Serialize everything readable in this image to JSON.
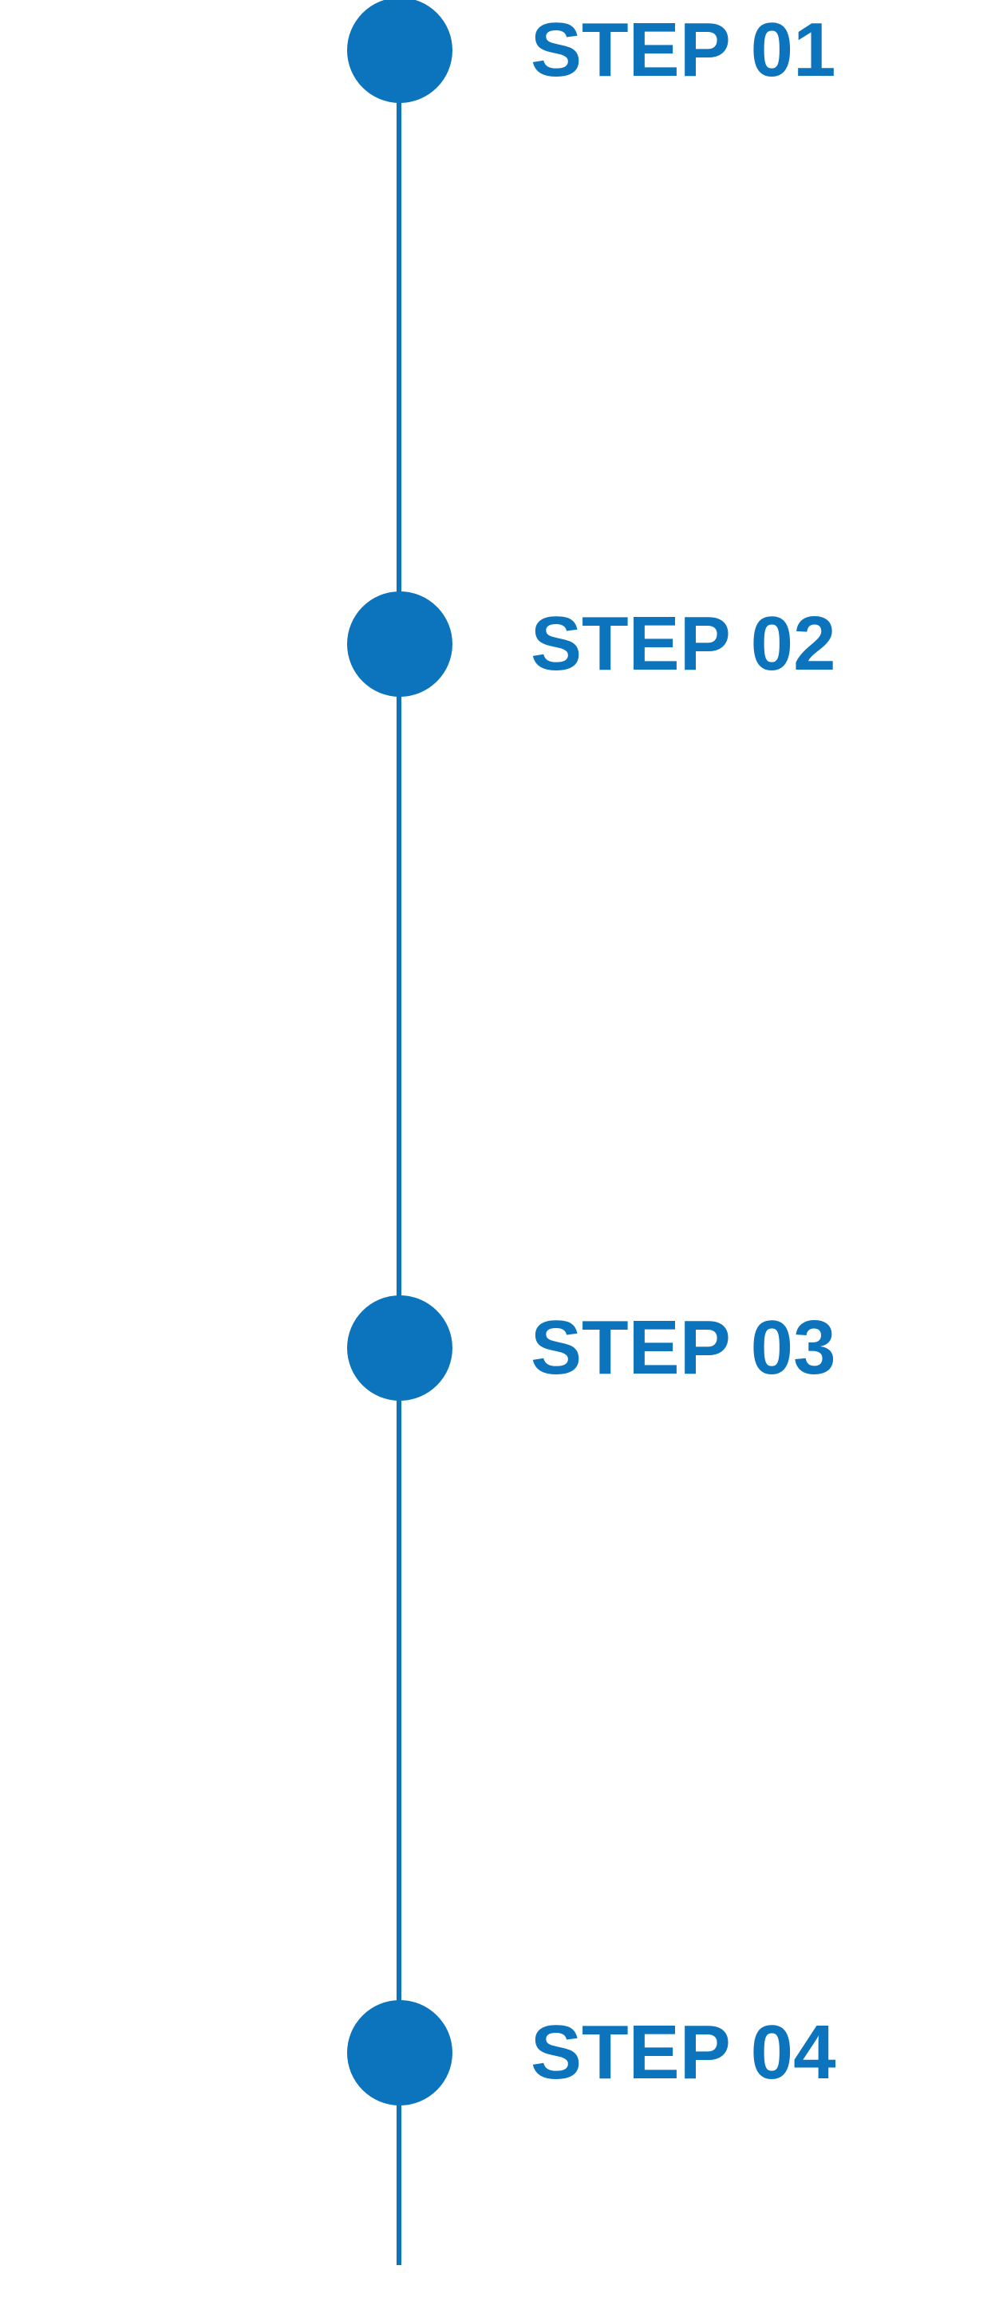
{
  "timeline": {
    "accent_color": "#0C74BC",
    "background_color": "#FFFFFF",
    "orientation": "vertical",
    "steps": [
      {
        "label": "STEP 01"
      },
      {
        "label": "STEP 02"
      },
      {
        "label": "STEP 03"
      },
      {
        "label": "STEP 04"
      }
    ]
  }
}
